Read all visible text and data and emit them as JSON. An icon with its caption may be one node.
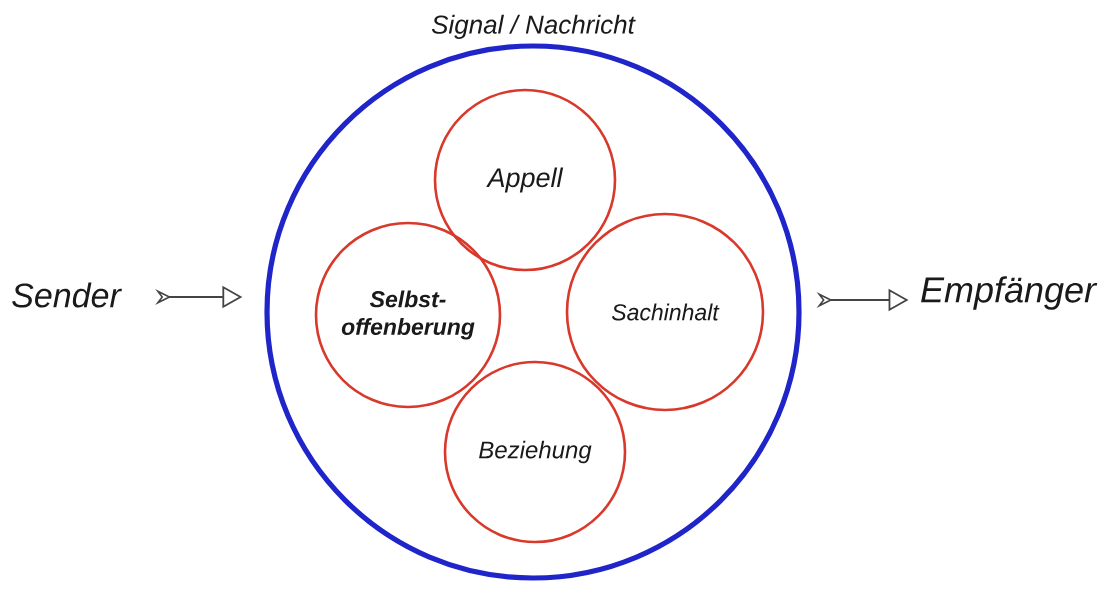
{
  "diagram": {
    "nodes": [
      {
        "text": [
          "Sender"
        ]
      },
      {
        "text": [
          "Signal / Nachricht"
        ]
      },
      {
        "text": [
          "Appell"
        ],
        "in": 1
      },
      {
        "text": [
          "Selbst- offenberung"
        ],
        "in": 1
      },
      {
        "text": [
          "Sachinhalt"
        ],
        "in": 1
      },
      {
        "text": [
          "Beziehung"
        ],
        "in": 1
      },
      {
        "text": [
          "Empfänger"
        ]
      }
    ],
    "edges": [
      {
        "from": 0,
        "to": 1,
        "arrow": "to"
      },
      {
        "from": 1,
        "to": 6,
        "arrow": "to"
      }
    ]
  }
}
